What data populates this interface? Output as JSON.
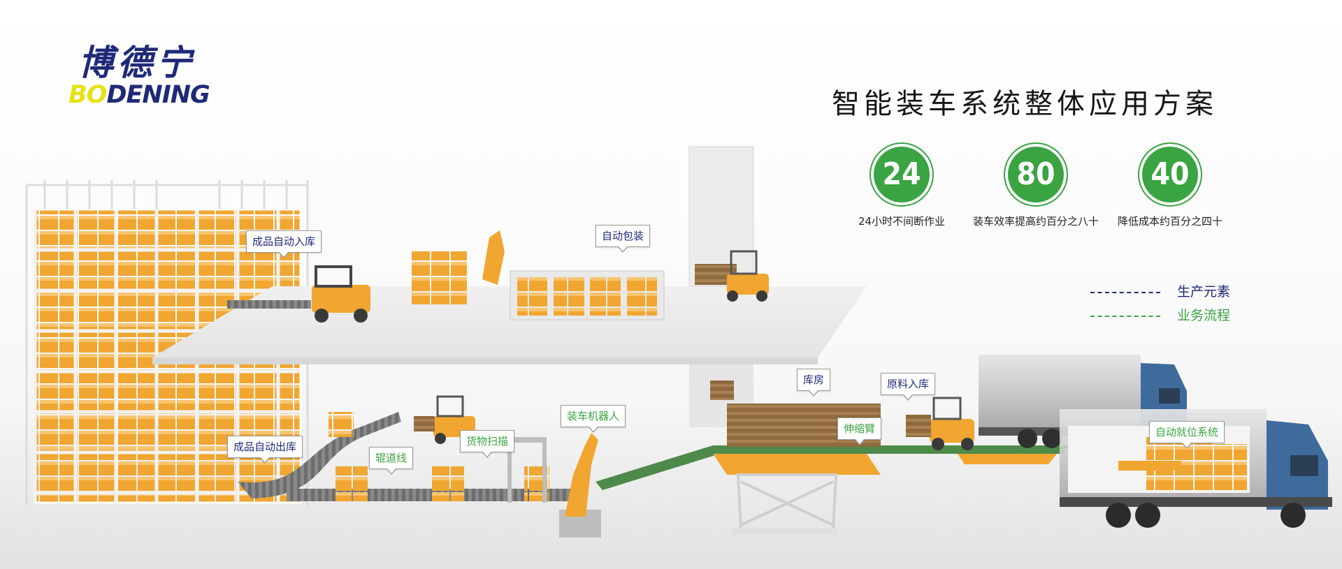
{
  "brand": {
    "name_cn": "博德宁",
    "name_en_part1": "BO",
    "name_en_part2": "DENING",
    "colors": {
      "navy": "#1e2a78",
      "yellow": "#e6e215",
      "green": "#3aa342"
    }
  },
  "headline": "智能装车系统整体应用方案",
  "stats": [
    {
      "value": "24",
      "caption": "24小时不间断作业"
    },
    {
      "value": "80",
      "caption": "装车效率提高约百分之八十"
    },
    {
      "value": "40",
      "caption": "降低成本约百分之四十"
    }
  ],
  "legend": [
    {
      "label": "生产元素",
      "color": "#1e2a78"
    },
    {
      "label": "业务流程",
      "color": "#3aa342"
    }
  ],
  "callouts": {
    "finished_in": "成品自动入库",
    "auto_pack": "自动包装",
    "finished_out": "成品自动出库",
    "roller_line": "辊道线",
    "goods_scan": "货物扫描",
    "loading_robot": "装车机器人",
    "warehouse": "库房",
    "raw_in": "原料入库",
    "telescopic_arm": "伸缩臂",
    "auto_positioning": "自动就位系统"
  }
}
